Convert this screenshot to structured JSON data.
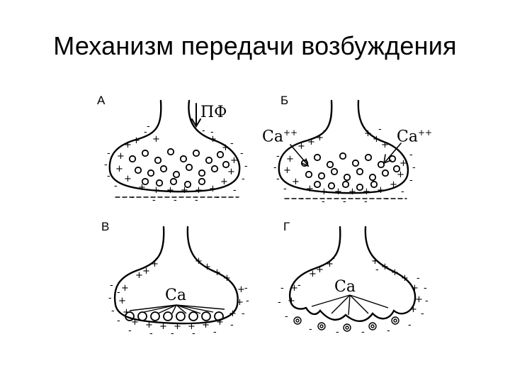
{
  "title": "Механизм передачи возбуждения",
  "panels": {
    "a": {
      "label": "А",
      "pf": "ПФ"
    },
    "b": {
      "label": "Б",
      "ion": "Ca",
      "charge": "++"
    },
    "v": {
      "label": "В",
      "ion": "Ca"
    },
    "g": {
      "label": "Г",
      "ion": "Ca"
    }
  },
  "colors": {
    "ink": "#000000",
    "background": "#ffffff"
  }
}
